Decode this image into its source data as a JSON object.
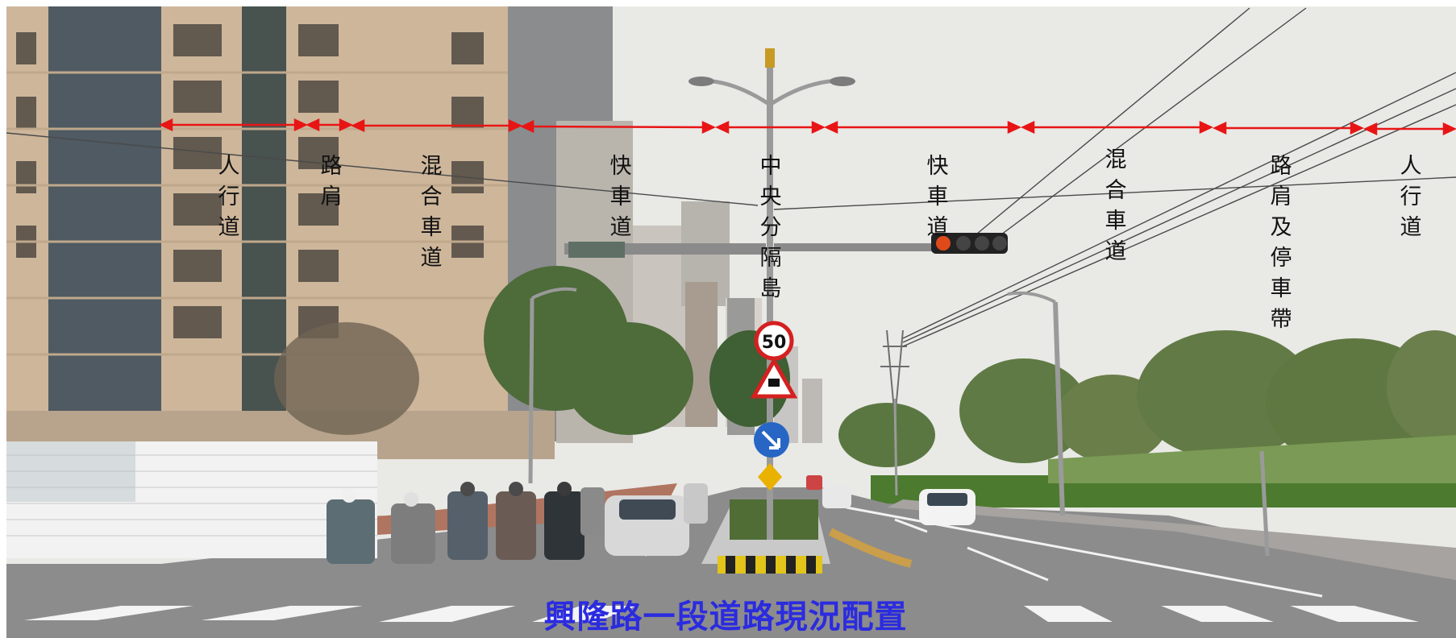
{
  "labels": {
    "sidewalk_left": "人\n行\n道",
    "shoulder_left": "路\n肩",
    "mixed_lane_left": "混\n合\n車\n道",
    "fast_lane_left": "快\n車\n道",
    "median": "中\n央\n分\n隔\n島",
    "fast_lane_right": "快\n車\n道",
    "mixed_lane_right": "混\n合\n車\n道",
    "shoulder_parking_right": "路\n肩\n及\n停\n車\n帶",
    "sidewalk_right": "人\n行\n道"
  },
  "caption": "興隆路一段道路現況配置",
  "speed_limit": "50",
  "colors": {
    "arrow": "#e81515",
    "caption": "#2b2be0",
    "sky": "#e9e9e6"
  }
}
